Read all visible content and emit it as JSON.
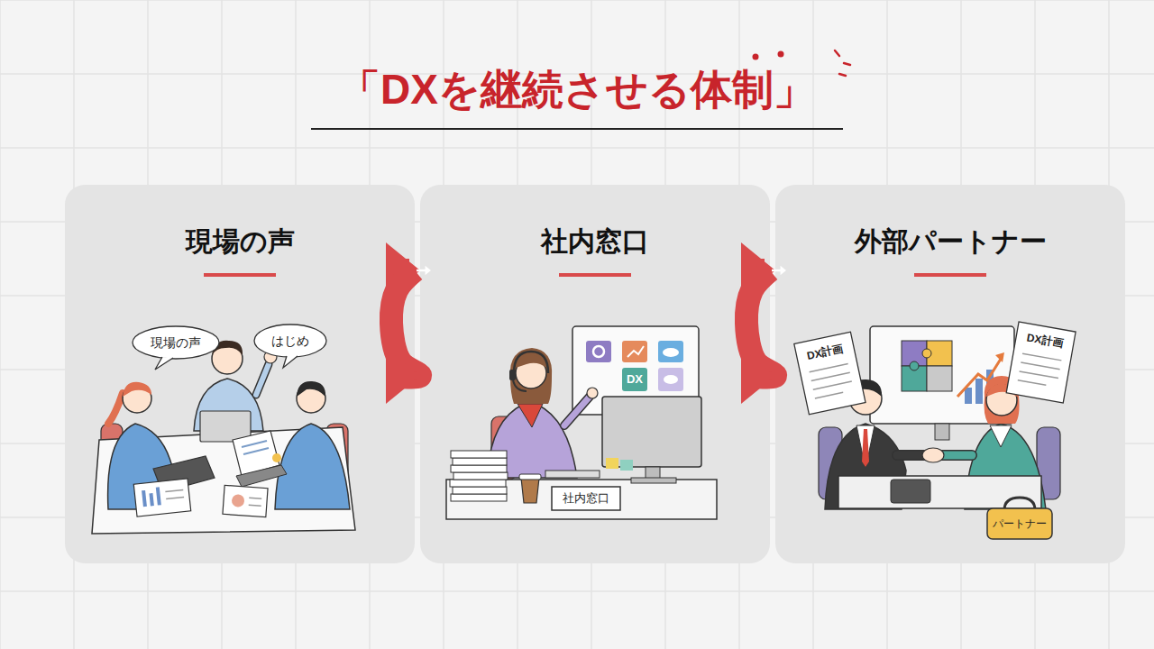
{
  "diagram": {
    "title": "「DXを継続させる体制」",
    "nodes": [
      {
        "text": [
          "現場の声"
        ]
      },
      {
        "text": [
          "社内窓口"
        ]
      },
      {
        "text": [
          "外部パートナー"
        ]
      }
    ],
    "edges": [
      {
        "from": 0,
        "to": 1,
        "arrow": "to"
      },
      {
        "from": 1,
        "to": 2,
        "arrow": "to"
      }
    ],
    "labels": [
      "現場の声",
      "はじめ",
      "DX",
      "社内窓口",
      "DX計画",
      "DX計画",
      "パートナー"
    ]
  }
}
